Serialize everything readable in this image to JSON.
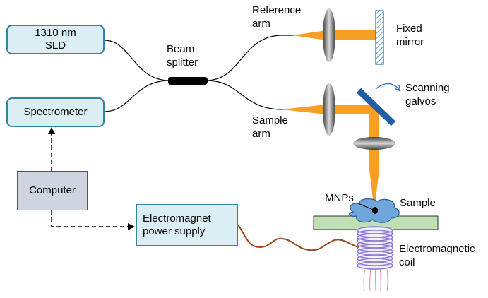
{
  "boxes": {
    "sld": {
      "line1": "1310 nm",
      "line2": "SLD"
    },
    "spectrometer": {
      "label": "Spectrometer"
    },
    "computer": {
      "label": "Computer"
    },
    "power_supply": {
      "line1": "Electromagnet",
      "line2": "power supply"
    }
  },
  "labels": {
    "beam_splitter": {
      "line1": "Beam",
      "line2": "splitter"
    },
    "reference_arm": {
      "line1": "Reference",
      "line2": "arm"
    },
    "fixed_mirror": {
      "line1": "Fixed",
      "line2": "mirror"
    },
    "scanning_galvos": {
      "line1": "Scanning",
      "line2": "galvos"
    },
    "sample_arm": {
      "line1": "Sample",
      "line2": "arm"
    },
    "mnps": "MNPs",
    "sample": "Sample",
    "electromagnetic_coil": {
      "line1": "Electromagnetic",
      "line2": "coil"
    }
  },
  "colors": {
    "box_fill": "#daeef3",
    "box_border": "#31859c",
    "computer_fill": "#cfd5e0",
    "beam": "#f5a024",
    "sample_fill": "#bfe0b4",
    "mnp_fill": "#6fa7dc",
    "coil": "#8c7bd0",
    "field_lines": "#e88a9a",
    "wire": "#9b4a1e"
  }
}
